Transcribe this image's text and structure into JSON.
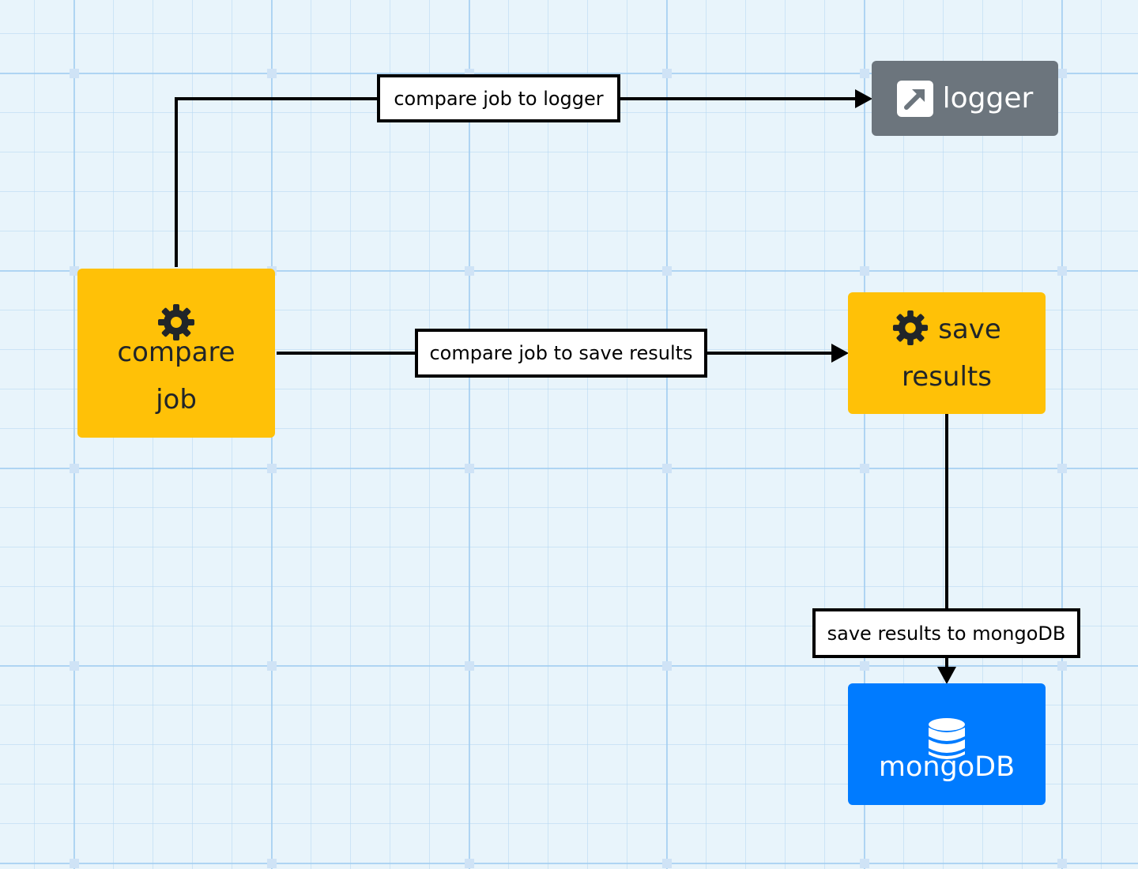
{
  "diagram": {
    "nodes": [
      {
        "id": "compare-job",
        "lines": [
          "compare",
          "job"
        ],
        "icon": "gear-icon",
        "color": "#ffc107"
      },
      {
        "id": "save-results",
        "lines": [
          "save",
          "results"
        ],
        "icon": "gear-icon",
        "color": "#ffc107"
      },
      {
        "id": "logger",
        "lines": [
          "logger"
        ],
        "icon": "external-link-arrow-icon",
        "color": "#6c757d"
      },
      {
        "id": "mongodb",
        "lines": [
          "mongoDB"
        ],
        "icon": "database-icon",
        "color": "#007bff"
      }
    ],
    "edges": [
      {
        "from": "compare-job",
        "to": "logger",
        "label": "compare job to logger"
      },
      {
        "from": "compare-job",
        "to": "save-results",
        "label": "compare job to save results"
      },
      {
        "from": "save-results",
        "to": "mongodb",
        "label": "save results to mongoDB"
      }
    ]
  },
  "colors": {
    "background": "#e8f4fb",
    "grid_line": "#b4d7f2",
    "edge": "#000000",
    "warning": "#ffc107",
    "secondary": "#6c757d",
    "primary": "#007bff"
  }
}
